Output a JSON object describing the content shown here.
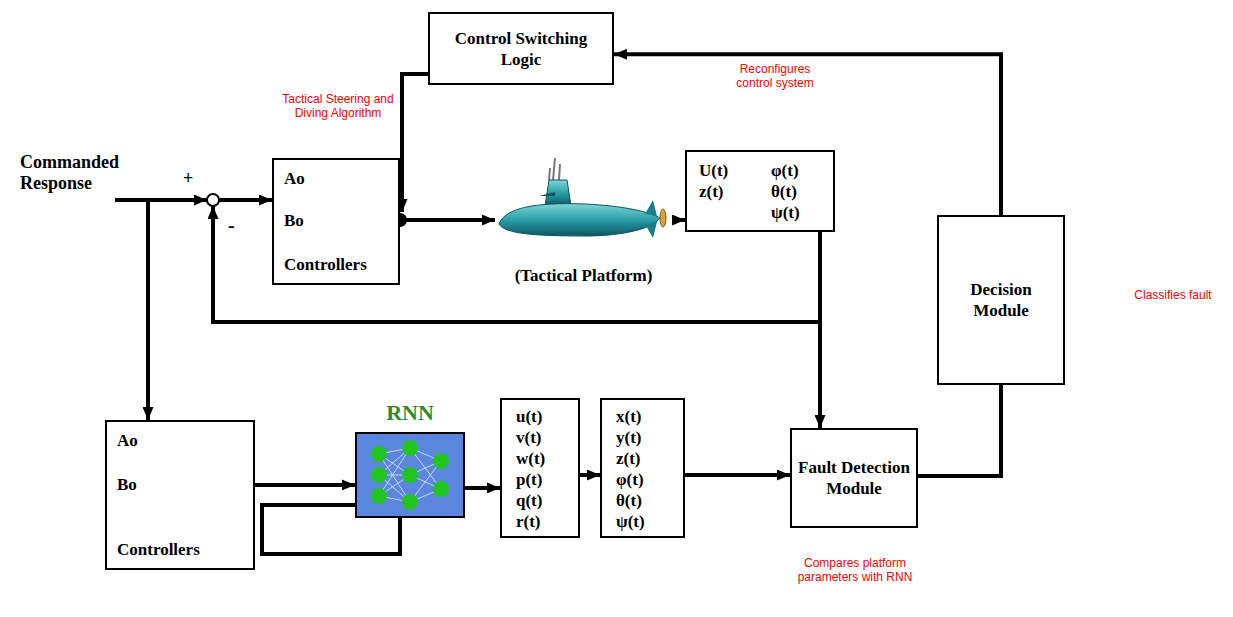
{
  "diagram": {
    "nodes": [
      {
        "text": [
          "Control Switching Logic"
        ]
      },
      {
        "text": [
          "Ao",
          "Bo",
          "Controllers"
        ]
      },
      {
        "text": [
          "(Tactical Platform)"
        ]
      },
      {
        "text": [
          "U(t) z(t)",
          "φ(t) θ(t) ψ(t)"
        ]
      },
      {
        "text": [
          "Decision Module"
        ]
      },
      {
        "text": [
          "Ao",
          "Bo",
          "Controllers"
        ]
      },
      {
        "text": [
          "RNN"
        ]
      },
      {
        "text": [
          "u(t) v(t) w(t) p(t) q(t) r(t)"
        ]
      },
      {
        "text": [
          "x(t) y(t) z(t) φ(t) θ(t) ψ(t)"
        ]
      },
      {
        "text": [
          "Fault Detection Module"
        ]
      }
    ],
    "edges": [
      {
        "from": 4,
        "to": 0,
        "arrow": "to"
      },
      {
        "from": 0,
        "to": 1,
        "arrow": "to"
      },
      {
        "from": 1,
        "to": 2,
        "arrow": "to"
      },
      {
        "from": 2,
        "to": 3,
        "arrow": "to"
      },
      {
        "from": 3,
        "to": 9,
        "arrow": "to"
      },
      {
        "from": 5,
        "to": 6,
        "arrow": "to"
      },
      {
        "from": 6,
        "to": 7,
        "arrow": "to"
      },
      {
        "from": 7,
        "to": 8,
        "arrow": "to"
      },
      {
        "from": 8,
        "to": 9,
        "arrow": "to"
      },
      {
        "from": 9,
        "to": 4,
        "arrow": "none"
      }
    ],
    "labels": [
      "Commanded Response",
      "+",
      "-",
      "Tactical Steering and Diving Algorithm",
      "Reconfigures control system",
      "Classifies fault",
      "Compares platform parameters with RNN"
    ]
  }
}
